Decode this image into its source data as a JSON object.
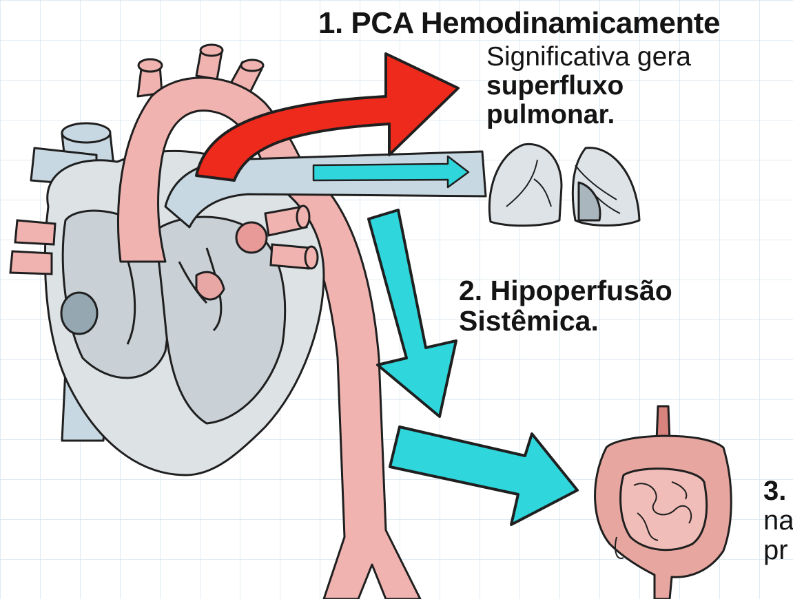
{
  "labels": {
    "step1": {
      "title": "1. PCA Hemodinamicamente",
      "line1": "Significativa gera",
      "line2": "superfluxo",
      "line3": "pulmonar."
    },
    "step2": {
      "line1": "2. Hipoperfusão",
      "line2": "Sistêmica."
    },
    "step3": {
      "line1": "3.",
      "line2": "na",
      "line3": "pr"
    }
  },
  "colors": {
    "grid": "#d6e4ee",
    "outline": "#1f1f1f",
    "arterial_pink": "#f0b3b0",
    "venous_blue": "#c8d8e2",
    "chamber_gray": "#d5dadd",
    "lung_gray": "#dde3e7",
    "shunt_arrow_red": "#ee2a1c",
    "flow_arrow_cyan": "#2fd6dc",
    "intestine_pink": "#e7a6a0"
  },
  "icons": [
    "heart-illustration",
    "lungs-illustration",
    "intestine-illustration"
  ]
}
